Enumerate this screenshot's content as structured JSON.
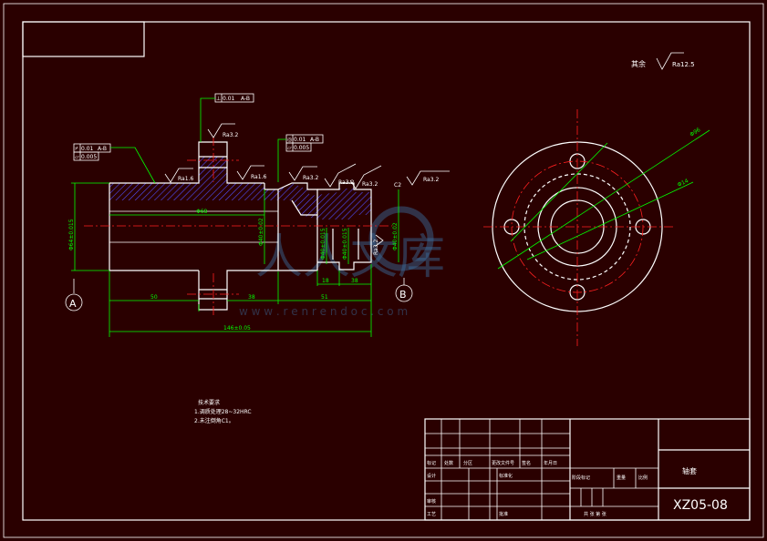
{
  "title_block": {
    "part_name": "轴套",
    "drawing_no": "XZ05-08",
    "h_row_labels": [
      "标记",
      "处数",
      "分区",
      "更改文件号",
      "签名",
      "年月日"
    ],
    "left_labels": [
      "设计",
      "审核",
      "工艺"
    ],
    "mid_labels": [
      "标准化",
      "批准"
    ],
    "stage_label": "阶段标记",
    "weight_label": "重量",
    "scale_label": "比例",
    "sheet_label": "共  张  第  张"
  },
  "roughness_other": {
    "prefix": "其余",
    "value": "Ra12.5"
  },
  "datums": {
    "a": "A",
    "b": "B"
  },
  "tolerance_frames": {
    "f1": {
      "sym": "⌿",
      "val": "0.01",
      "ref": "A-B"
    },
    "f2": {
      "sym": "▱",
      "val": "0.005"
    },
    "f3": {
      "sym": "⊥",
      "val": "0.01",
      "ref": "A-B"
    },
    "f4": {
      "sym": "◎",
      "val": "0.01",
      "ref": "A-B"
    },
    "f5": {
      "sym": "▱",
      "val": "0.005"
    }
  },
  "roughness": [
    "Ra1.6",
    "Ra3.2",
    "Ra1.6",
    "Ra3.2",
    "Ra3.2",
    "Ra3.2",
    "Ra3.2",
    "Ra3.2"
  ],
  "chamfer": "C2",
  "dimensions": {
    "d1": "Φ68",
    "d2": "50",
    "d3": "38",
    "d4": "51",
    "d5": "18",
    "d6": "38",
    "total": "146±0.05",
    "dia_left": "Φ64±0.015",
    "dia_mid": "Φ40±0.02",
    "dia_r1": "Φ40±0.015",
    "dia_r2": "Φ40±0.015",
    "dia_r3": "Φ40±0.02"
  },
  "side_view": {
    "d1": "Φ14",
    "d2": "Φ96"
  },
  "notes": {
    "title": "技术要求",
    "line1": "1.调质处理28~32HRC",
    "line2": "2.未注倒角C1。"
  },
  "watermark": {
    "text": "人人文库",
    "url": "w w w . r e n r e n d o c . c o m"
  }
}
